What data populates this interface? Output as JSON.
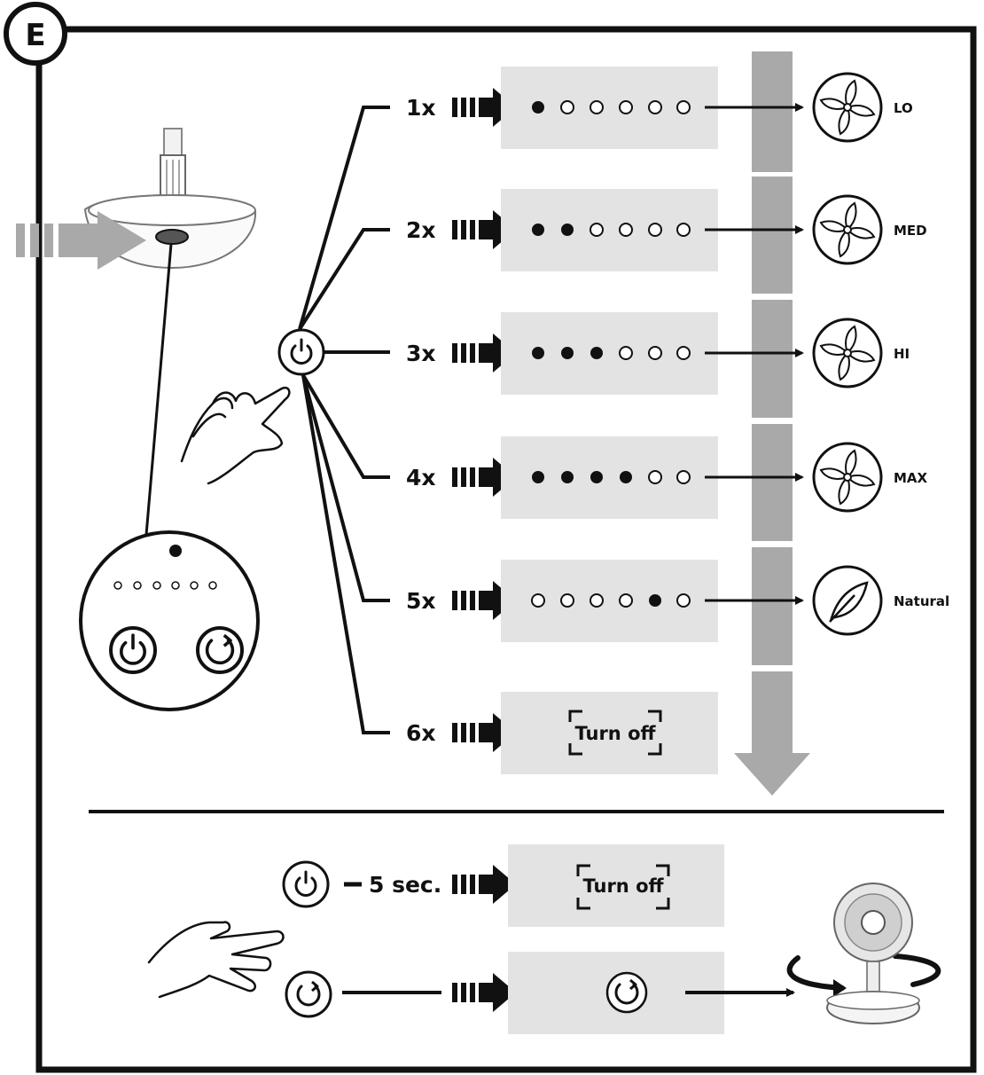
{
  "badge": "E",
  "colors": {
    "ink": "#111111",
    "panel": "#e3e3e3",
    "flow_arrow": "#a9a9a9"
  },
  "sequence": [
    {
      "press": "1x",
      "leds": [
        1,
        0,
        0,
        0,
        0,
        0
      ],
      "mode": "LO",
      "icon": "fan-icon"
    },
    {
      "press": "2x",
      "leds": [
        1,
        1,
        0,
        0,
        0,
        0
      ],
      "mode": "MED",
      "icon": "fan-icon"
    },
    {
      "press": "3x",
      "leds": [
        1,
        1,
        1,
        0,
        0,
        0
      ],
      "mode": "HI",
      "icon": "fan-icon"
    },
    {
      "press": "4x",
      "leds": [
        1,
        1,
        1,
        1,
        0,
        0
      ],
      "mode": "MAX",
      "icon": "fan-icon"
    },
    {
      "press": "5x",
      "leds": [
        0,
        0,
        0,
        0,
        1,
        0
      ],
      "mode": "Natural",
      "icon": "leaf-icon"
    },
    {
      "press": "6x",
      "result": "Turn off"
    }
  ],
  "hold": {
    "duration": "5 sec.",
    "result": "Turn off"
  },
  "rotate": {
    "icon": "rotate-icon",
    "result_icon": "oscillating-fan-icon"
  }
}
